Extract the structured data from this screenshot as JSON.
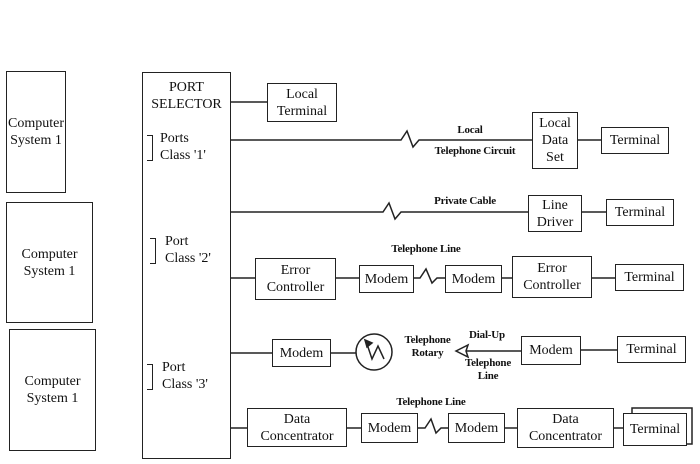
{
  "computer_systems": [
    {
      "label": "Computer System 1"
    },
    {
      "label": "Computer System 1"
    },
    {
      "label": "Computer System 1"
    }
  ],
  "port_selector": {
    "title_line1": "PORT",
    "title_line2": "SELECTOR",
    "classes": [
      {
        "line1": "Ports",
        "line2": "Class '1'"
      },
      {
        "line1": "Port",
        "line2": "Class '2'"
      },
      {
        "line1": "Port",
        "line2": "Class '3'"
      }
    ]
  },
  "nodes": {
    "local_terminal": "Local Terminal",
    "local_data_set": "Local Data Set",
    "terminal_1": "Terminal",
    "line_driver": "Line Driver",
    "terminal_2": "Terminal",
    "error_controller_1": "Error Controller",
    "modem_2a": "Modem",
    "modem_2b": "Modem",
    "error_controller_2": "Error Controller",
    "terminal_3": "Terminal",
    "modem_3a": "Modem",
    "modem_3b": "Modem",
    "terminal_4": "Terminal",
    "data_concentrator_1": "Data Concentrator",
    "modem_4a": "Modem",
    "modem_4b": "Modem",
    "data_concentrator_2": "Data Concentrator",
    "terminal_5": "Terminal"
  },
  "link_labels": {
    "local_tel_1": "Local",
    "local_tel_2": "Telephone Circuit",
    "private_cable": "Private Cable",
    "telephone_line_1": "Telephone Line",
    "rotary_1": "Telephone",
    "rotary_2": "Rotary",
    "dialup_1": "Dial-Up",
    "dialup_2": "Telephone",
    "dialup_3": "Line",
    "telephone_line_2": "Telephone Line"
  }
}
